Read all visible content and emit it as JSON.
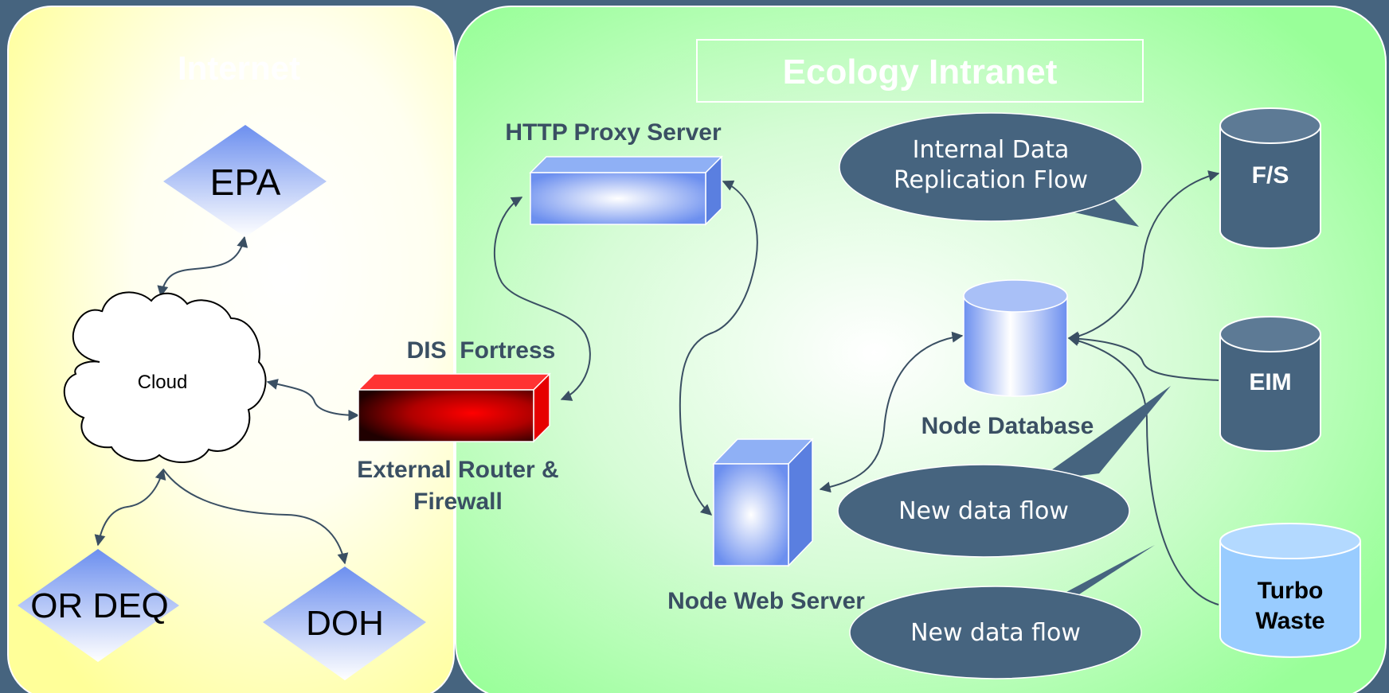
{
  "panels": {
    "internet_title": "Internet",
    "intranet_title": "Ecology Intranet"
  },
  "nodes": {
    "epa": "EPA",
    "cloud": "Cloud",
    "or_deq": "OR DEQ",
    "doh": "DOH",
    "proxy": "HTTP Proxy Server",
    "fortress": "DIS  Fortress",
    "router_line1": "External Router &",
    "router_line2": "Firewall",
    "web_server": "Node Web Server",
    "node_db": "Node Database",
    "fs": "F/S",
    "eim": "EIM",
    "turbo_line1": "Turbo",
    "turbo_line2": "Waste"
  },
  "callouts": {
    "replication_line1": "Internal Data",
    "replication_line2": "Replication Flow",
    "new_flow_1": "New data flow",
    "new_flow_2": "New data flow"
  },
  "colors": {
    "background": "#46647f",
    "internet_panel": "#ffff99",
    "intranet_panel": "#99ff99",
    "callout": "#46647f",
    "firewall": "#ff0000",
    "server": "#6c8fef"
  }
}
